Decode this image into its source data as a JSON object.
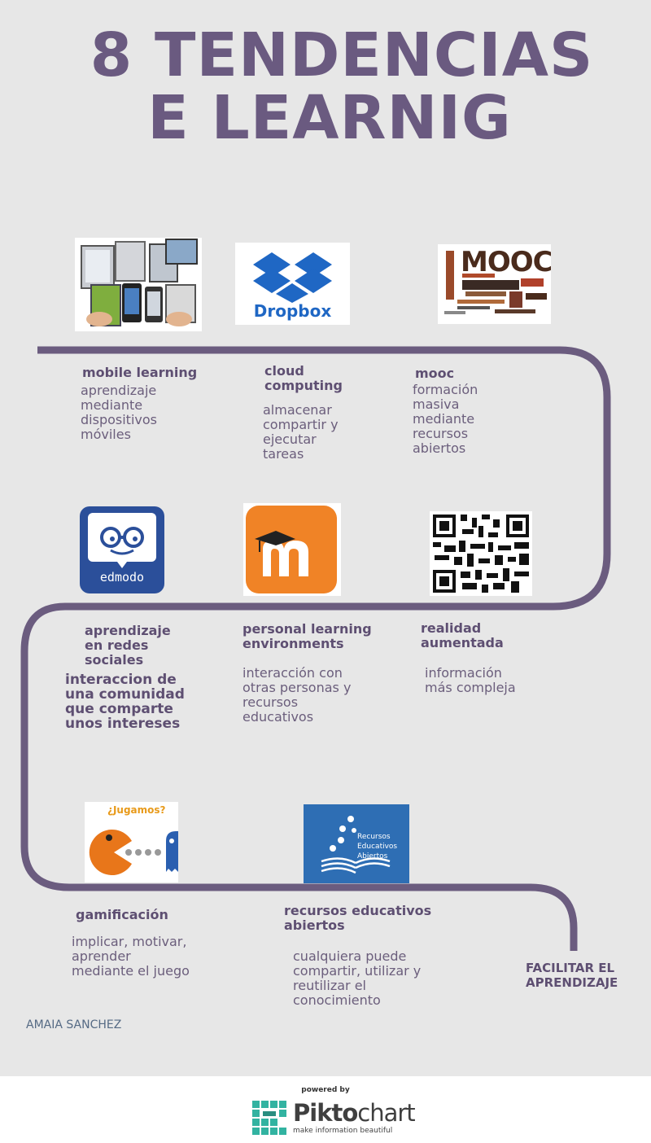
{
  "title": {
    "line1": "8 TENDENCIAS",
    "line2": "E LEARNIG"
  },
  "colors": {
    "accent": "#6a5a80",
    "background": "#e7e7e7",
    "path": "#6b5c7f"
  },
  "items": [
    {
      "heading": "mobile learning",
      "desc": "aprendizaje\nmediante\ndispositivos\nmóviles",
      "icon": "mobile-devices-icon"
    },
    {
      "heading": "cloud\ncomputing",
      "desc": "almacenar\ncompartir y\nejecutar\ntareas",
      "icon": "dropbox-icon",
      "icon_label": "Dropbox"
    },
    {
      "heading": "mooc",
      "desc": "formación\nmasiva\nmediante\nrecursos\nabiertos",
      "icon": "mooc-wordcloud-icon",
      "icon_label": "MOOC"
    },
    {
      "heading": "aprendizaje\nen redes\nsociales",
      "desc": "interaccion de\nuna comunidad\nque comparte\nunos intereses",
      "icon": "edmodo-icon",
      "icon_label": "edmodo"
    },
    {
      "heading": "personal learning\nenvironments",
      "desc": "interacción con\notras personas y\nrecursos\neducativos",
      "icon": "moodle-icon"
    },
    {
      "heading": "realidad\naumentada",
      "desc": "información\nmás compleja",
      "icon": "qr-code-icon"
    },
    {
      "heading": "gamificación",
      "desc": "implicar, motivar,\naprender\nmediante el juego",
      "icon": "pacman-icon",
      "icon_label": "¿Jugamos?"
    },
    {
      "heading": "recursos educativos\nabiertos",
      "desc": "cualquiera puede\ncompartir, utilizar y\nreutilizar el\nconocimiento",
      "icon": "oer-icon",
      "icon_label": "Recursos\nEducativos\nAbiertos"
    }
  ],
  "conclusion": "FACILITAR EL\nAPRENDIZAJE",
  "author": "AMAIA SANCHEZ",
  "footer": {
    "powered": "powered by",
    "brand_a": "Pikto",
    "brand_b": "chart",
    "tagline": "make information beautiful"
  }
}
